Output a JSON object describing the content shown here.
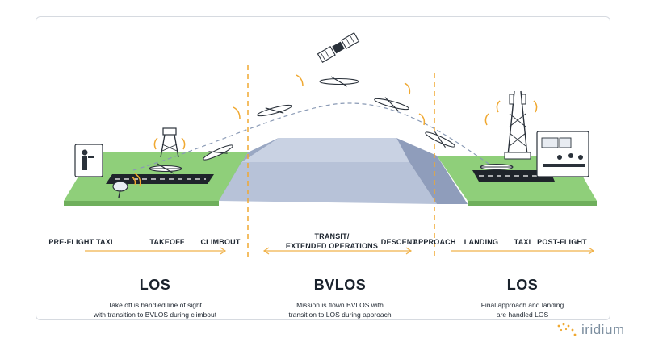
{
  "phases": {
    "pre_flight_taxi": "PRE-FLIGHT TAXI",
    "takeoff": "TAKEOFF",
    "climbout": "CLIMBOUT",
    "transit_line1": "TRANSIT/",
    "transit_line2": "EXTENDED OPERATIONS",
    "descent": "DESCENT",
    "approach": "APPROACH",
    "landing": "LANDING",
    "taxi": "TAXI",
    "post_flight": "POST-FLIGHT"
  },
  "zones": {
    "left": {
      "title": "LOS",
      "desc_line1": "Take off is handled line of sight",
      "desc_line2": "with transition to BVLOS during climbout"
    },
    "middle": {
      "title": "BVLOS",
      "desc_line1": "Mission is flown BVLOS with",
      "desc_line2": "transition to LOS during approach"
    },
    "right": {
      "title": "LOS",
      "desc_line1": "Final approach and landing",
      "desc_line2": "are handled LOS"
    }
  },
  "brand": {
    "name": "iridium"
  },
  "colors": {
    "grass": "#8fcf7a",
    "mountain_top": "#c9d2e3",
    "mountain_side": "#9aa8c3",
    "runway": "#1f242b",
    "divider": "#f0a830",
    "arrow": "#f0b24a",
    "signal": "#f0a830",
    "flight_path": "#8a9ab5",
    "brand_dots": "#f0a830",
    "brand_text": "#7d8fa0"
  },
  "icons": [
    "pilot-icon",
    "satellite-dish-icon",
    "radio-tower-icon",
    "drone-icon",
    "satellite-icon",
    "cell-tower-icon",
    "control-room-icon"
  ]
}
